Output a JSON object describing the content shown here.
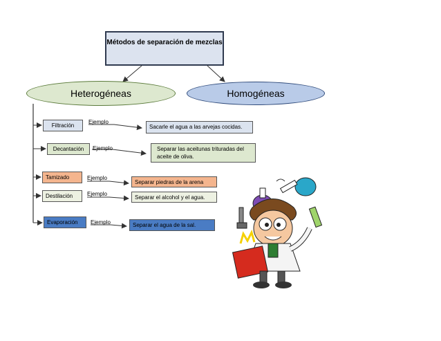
{
  "title": "Métodos de separación de mezclas",
  "categories": {
    "left": "Heterogéneas",
    "right": "Homogéneas"
  },
  "methods": [
    {
      "name": "Filtración",
      "example_label": "Ejemplo",
      "example": "Sacarle el agua a las arvejas cocidas.",
      "box_color": "#dbe3ef",
      "example_color": "#dbe3ef"
    },
    {
      "name": "Decantación",
      "example_label": "Ejemplo",
      "example": "Separar las aceitunas trituradas del aceite de oliva.",
      "box_color": "#dde8cf",
      "example_color": "#dde8cf"
    },
    {
      "name": "Tamizado",
      "example_label": "Ejemplo",
      "example": "Separar piedras de la arena",
      "box_color": "#f4b58e",
      "example_color": "#f4b58e"
    },
    {
      "name": "Destilación",
      "example_label": "Ejemplo",
      "example": "Separar el alcohol y el agua.",
      "box_color": "#edf1e2",
      "example_color": "#edf1e2"
    },
    {
      "name": "Evaporación",
      "example_label": "Ejemplo",
      "example": "Separar el agua de la sal.",
      "box_color": "#4a7cc4",
      "example_color": "#4a7cc4"
    }
  ],
  "illustration": "scientist-cartoon"
}
